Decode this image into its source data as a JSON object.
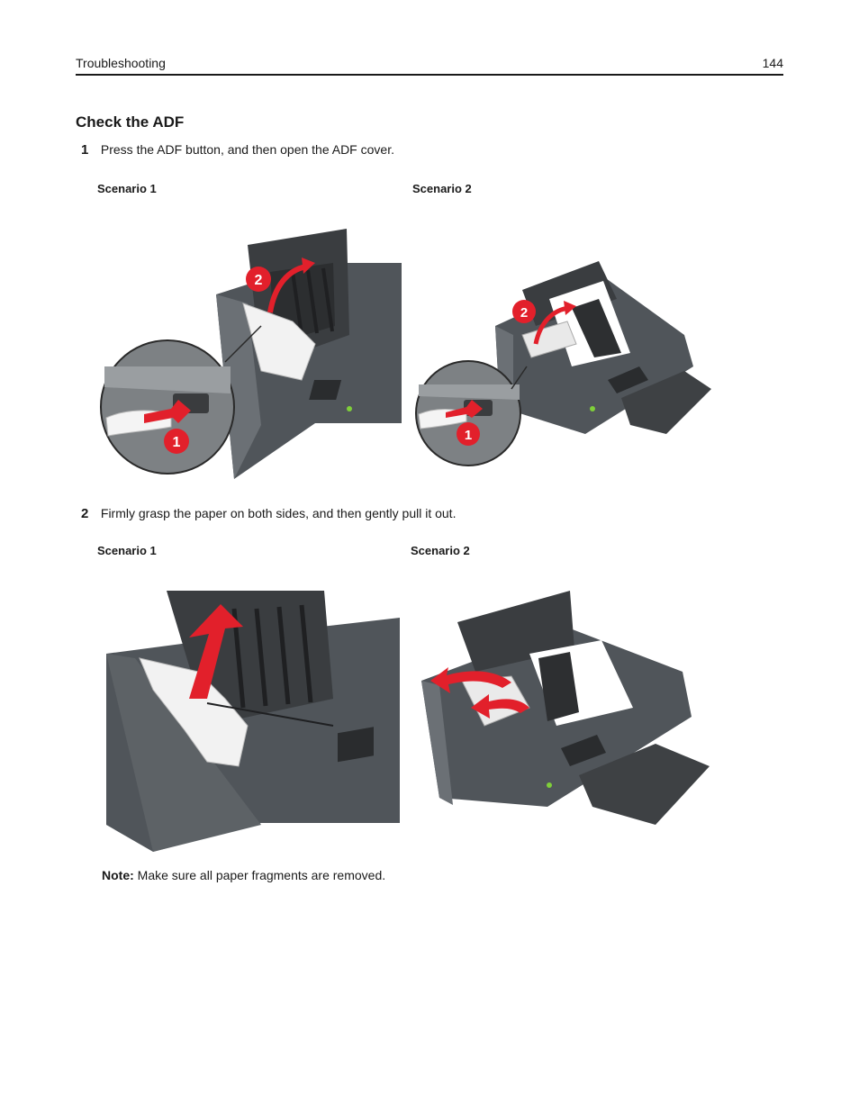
{
  "header": {
    "section": "Troubleshooting",
    "page_number": "144"
  },
  "heading": "Check the ADF",
  "steps": [
    {
      "number": "1",
      "text": "Press the ADF button, and then open the ADF cover."
    },
    {
      "number": "2",
      "text": "Firmly grasp the paper on both sides, and then gently pull it out."
    }
  ],
  "captions": {
    "s1_a": "Scenario 1",
    "s1_b": "Scenario 2",
    "s2_a": "Scenario 1",
    "s2_b": "Scenario 2"
  },
  "callouts": {
    "one": "1",
    "two": "2"
  },
  "note": {
    "label": "Note:",
    "text": " Make sure all paper fragments are removed."
  },
  "colors": {
    "printer_dark": "#3d4043",
    "printer_body": "#555a5e",
    "arrow_red": "#e2202b",
    "paper": "#f2f2f2"
  }
}
